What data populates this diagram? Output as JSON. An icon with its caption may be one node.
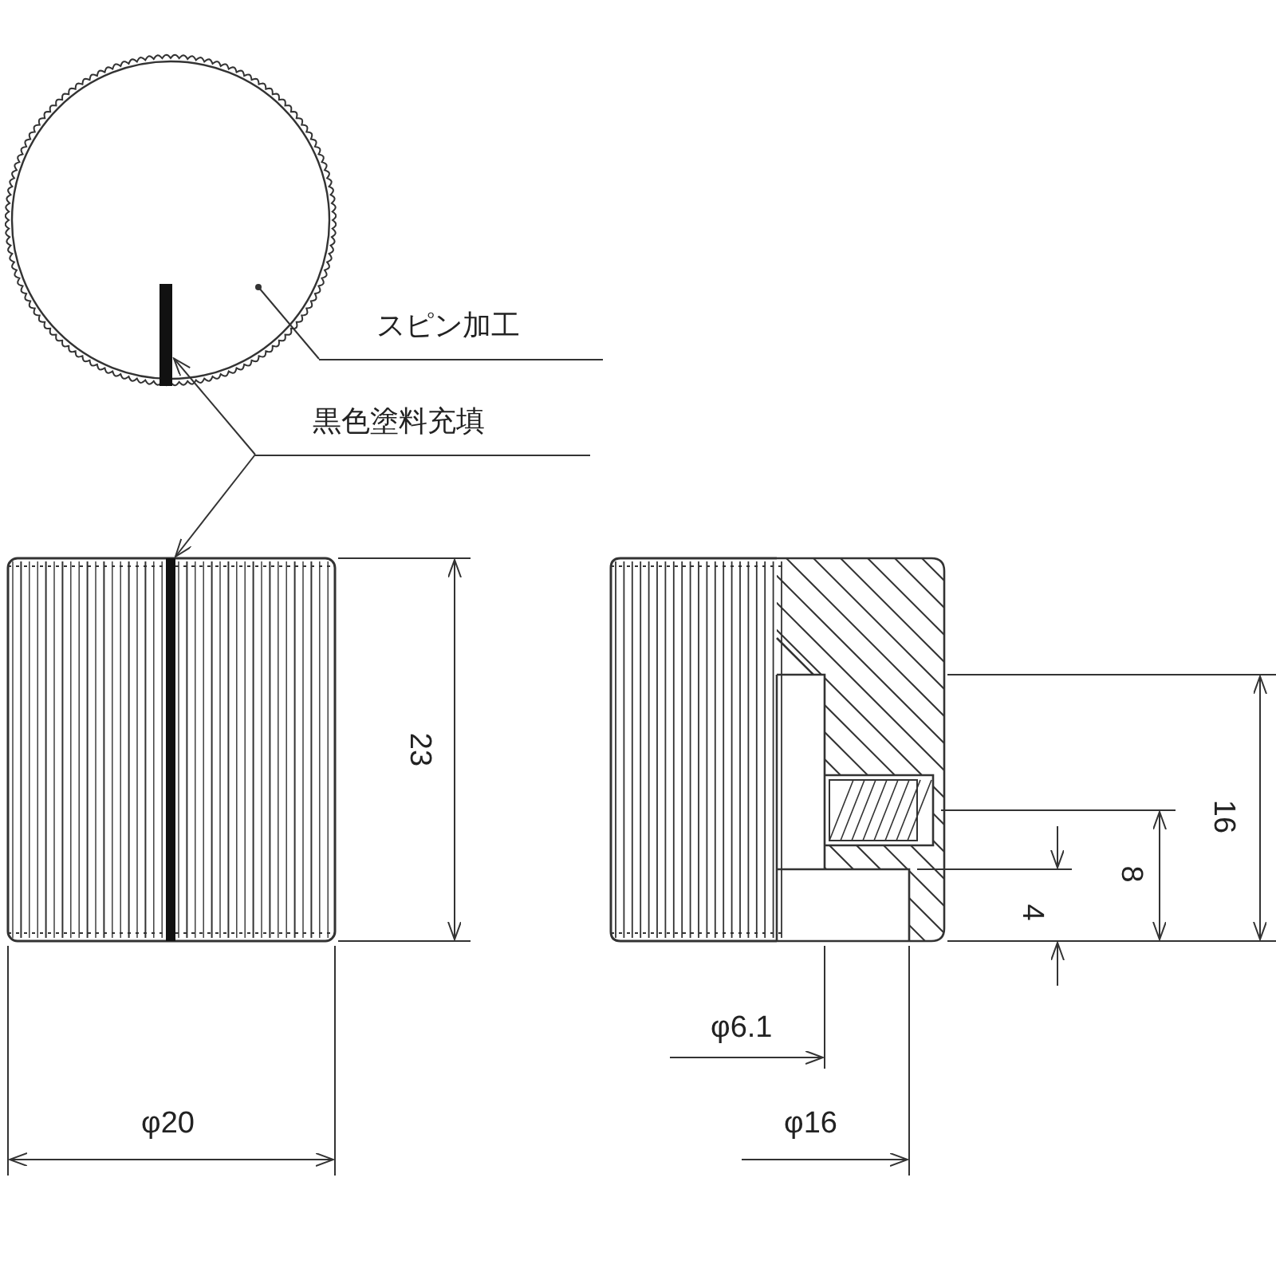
{
  "diagram": {
    "nodes": [
      {
        "text": [
          "スピン加工"
        ]
      },
      {
        "text": [],
        "shape": "circle"
      },
      {
        "text": [
          "黒色塗料充填"
        ]
      },
      {
        "text": [],
        "shape": "bar",
        "in": 1
      },
      {
        "text": [],
        "shape": "bar"
      }
    ],
    "edges": [
      {
        "from": 0,
        "to": 1,
        "arrow": "other"
      },
      {
        "from": 2,
        "to": 3,
        "arrow": "to"
      },
      {
        "from": 2,
        "to": 4,
        "arrow": "to"
      }
    ],
    "labels": [
      "23",
      "16",
      "8",
      "4",
      "φ6.1",
      "φ20",
      "φ16"
    ]
  }
}
